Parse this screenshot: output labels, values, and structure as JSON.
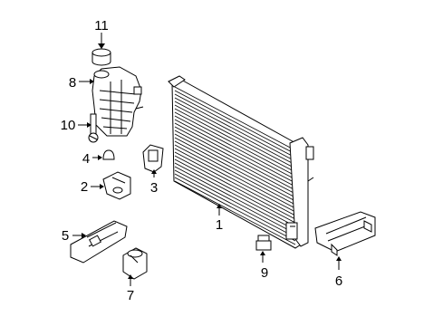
{
  "diagram": {
    "callouts": [
      {
        "id": "1",
        "part": "radiator"
      },
      {
        "id": "2",
        "part": "mounting-bracket-left"
      },
      {
        "id": "3",
        "part": "side-mount-clip"
      },
      {
        "id": "4",
        "part": "rubber-cap"
      },
      {
        "id": "5",
        "part": "lower-mounting-bracket"
      },
      {
        "id": "6",
        "part": "lower-support-bracket-right"
      },
      {
        "id": "7",
        "part": "rubber-insulator"
      },
      {
        "id": "8",
        "part": "expansion-tank"
      },
      {
        "id": "9",
        "part": "expansion-tank-cap"
      },
      {
        "id": "10",
        "part": "level-sensor"
      },
      {
        "id": "11",
        "part": "drain-plug"
      }
    ]
  }
}
